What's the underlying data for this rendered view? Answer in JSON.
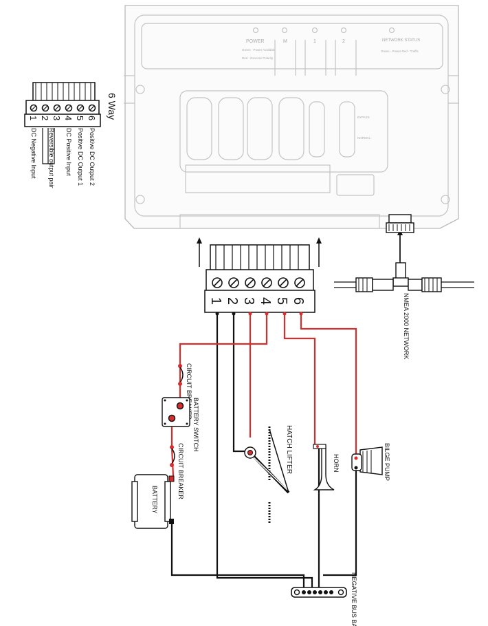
{
  "diagram": {
    "device_panel": {
      "leds": [
        "POWER",
        "M",
        "1",
        "2",
        "NETWORK STATUS"
      ],
      "power_legend": [
        "Green - Power Available",
        "Red - Reverse Polarity"
      ],
      "network_legend": "Green - Power Red - Traffic",
      "switch_labels": [
        "BYPASS",
        "NORMAL"
      ]
    },
    "small_connector": {
      "title": "6 Way",
      "pin_numbers": [
        "1",
        "2",
        "3",
        "4",
        "5",
        "6"
      ],
      "pin_labels": [
        "DC Negative Input",
        "Reversible output pair",
        "DC Positive Input",
        "Positive DC Output 1",
        "Positive DC Output 2"
      ]
    },
    "main_connector": {
      "pin_numbers": [
        "1",
        "2",
        "3",
        "4",
        "5",
        "6"
      ]
    },
    "components": {
      "nmea": "NMEA 2000 NETWORK",
      "breaker_top": "CIRCUIT BREAKER",
      "battery_switch": "BATTERY SWITCH",
      "breaker_bottom": "CIRCUIT BREAKER",
      "battery": "BATTERY",
      "hatch_lifter": "HATCH LIFTER",
      "horn": "HORN",
      "bilge_pump": "BILGE PUMP",
      "bus_bar": "NEGATIVE BUS BAR"
    },
    "colors": {
      "positive_wire": "#d62d2d",
      "negative_wire": "#111111",
      "housing": "#b9b9b9"
    }
  }
}
